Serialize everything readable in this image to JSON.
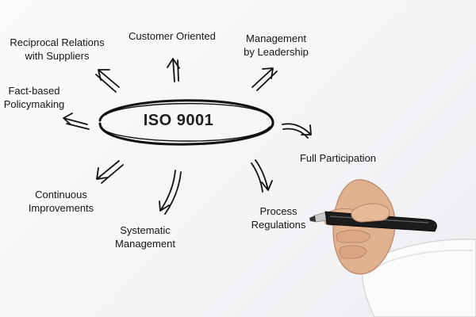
{
  "center": {
    "title": "ISO 9001"
  },
  "nodes": {
    "customer_oriented": {
      "lines": [
        "Customer Oriented"
      ]
    },
    "reciprocal_relations": {
      "lines": [
        "Reciprocal Relations",
        "with Suppliers"
      ]
    },
    "management_leadership": {
      "lines": [
        "Management",
        "by Leadership"
      ]
    },
    "fact_based": {
      "lines": [
        "Fact-based",
        "Policymaking"
      ]
    },
    "full_participation": {
      "lines": [
        "Full Participation"
      ]
    },
    "continuous_improvements": {
      "lines": [
        "Continuous",
        "Improvements"
      ]
    },
    "process_regulations": {
      "lines": [
        "Process",
        "Regulations"
      ]
    },
    "systematic_management": {
      "lines": [
        "Systematic",
        "Management"
      ]
    }
  },
  "colors": {
    "ink": "#111111",
    "background": "#f4f5f7",
    "skin": "#e0b08f",
    "sleeve": "#fbfbfb",
    "pen_body": "#1c1c1c",
    "pen_tip": "#c9c9c9"
  },
  "icons": {
    "hand": "hand-with-marker"
  }
}
